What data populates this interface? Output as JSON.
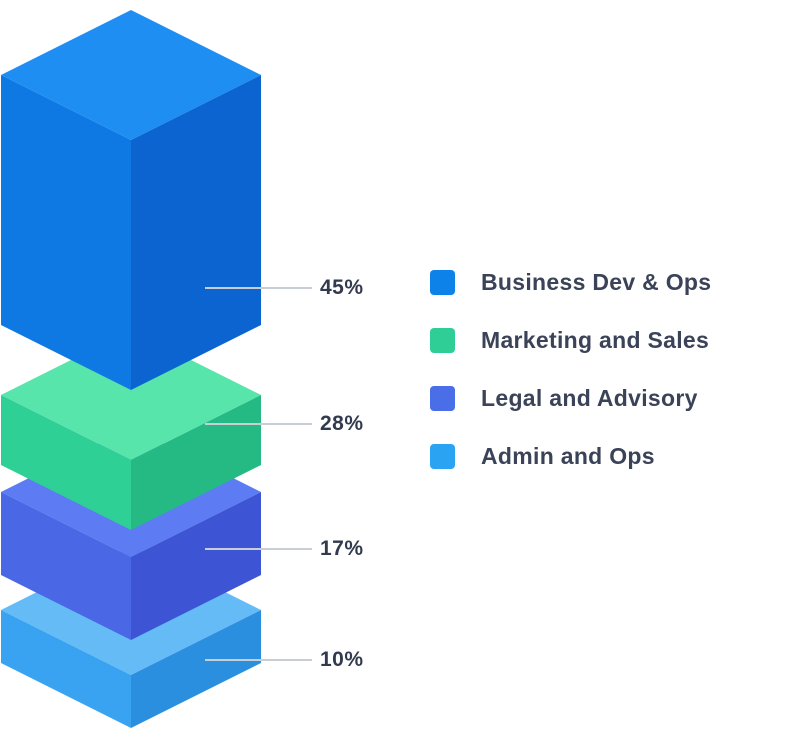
{
  "background_color": "#ffffff",
  "chart_data": {
    "type": "bar",
    "variant": "isometric-3d-stacked",
    "title": "",
    "unit": "%",
    "categories": [
      "Business Dev & Ops",
      "Marketing and Sales",
      "Legal and Advisory",
      "Admin and Ops"
    ],
    "values": [
      45,
      28,
      17,
      10
    ],
    "legend_position": "right",
    "grid": false,
    "leader_line_color": "#c9cdd6",
    "label_text_color": "#323a4d",
    "legend_text_color": "#3b4358",
    "segments": [
      {
        "label": "Business Dev & Ops",
        "value": 45,
        "pct_label": "45%",
        "legend_color": "#0d82e9",
        "face_top": "#1f8ef2",
        "face_left": "#0e78e3",
        "face_right": "#0b64cf"
      },
      {
        "label": "Marketing and Sales",
        "value": 28,
        "pct_label": "28%",
        "legend_color": "#2fce97",
        "face_top": "#58e5ab",
        "face_left": "#2ed095",
        "face_right": "#25ba83"
      },
      {
        "label": "Legal and Advisory",
        "value": 17,
        "pct_label": "17%",
        "legend_color": "#4a6de8",
        "face_top": "#5d7bf2",
        "face_left": "#4a67e6",
        "face_right": "#3d55d4"
      },
      {
        "label": "Admin and Ops",
        "value": 10,
        "pct_label": "10%",
        "legend_color": "#2ba3f3",
        "face_top": "#65bbf6",
        "face_left": "#39a3f1",
        "face_right": "#2b8fdf"
      }
    ]
  }
}
